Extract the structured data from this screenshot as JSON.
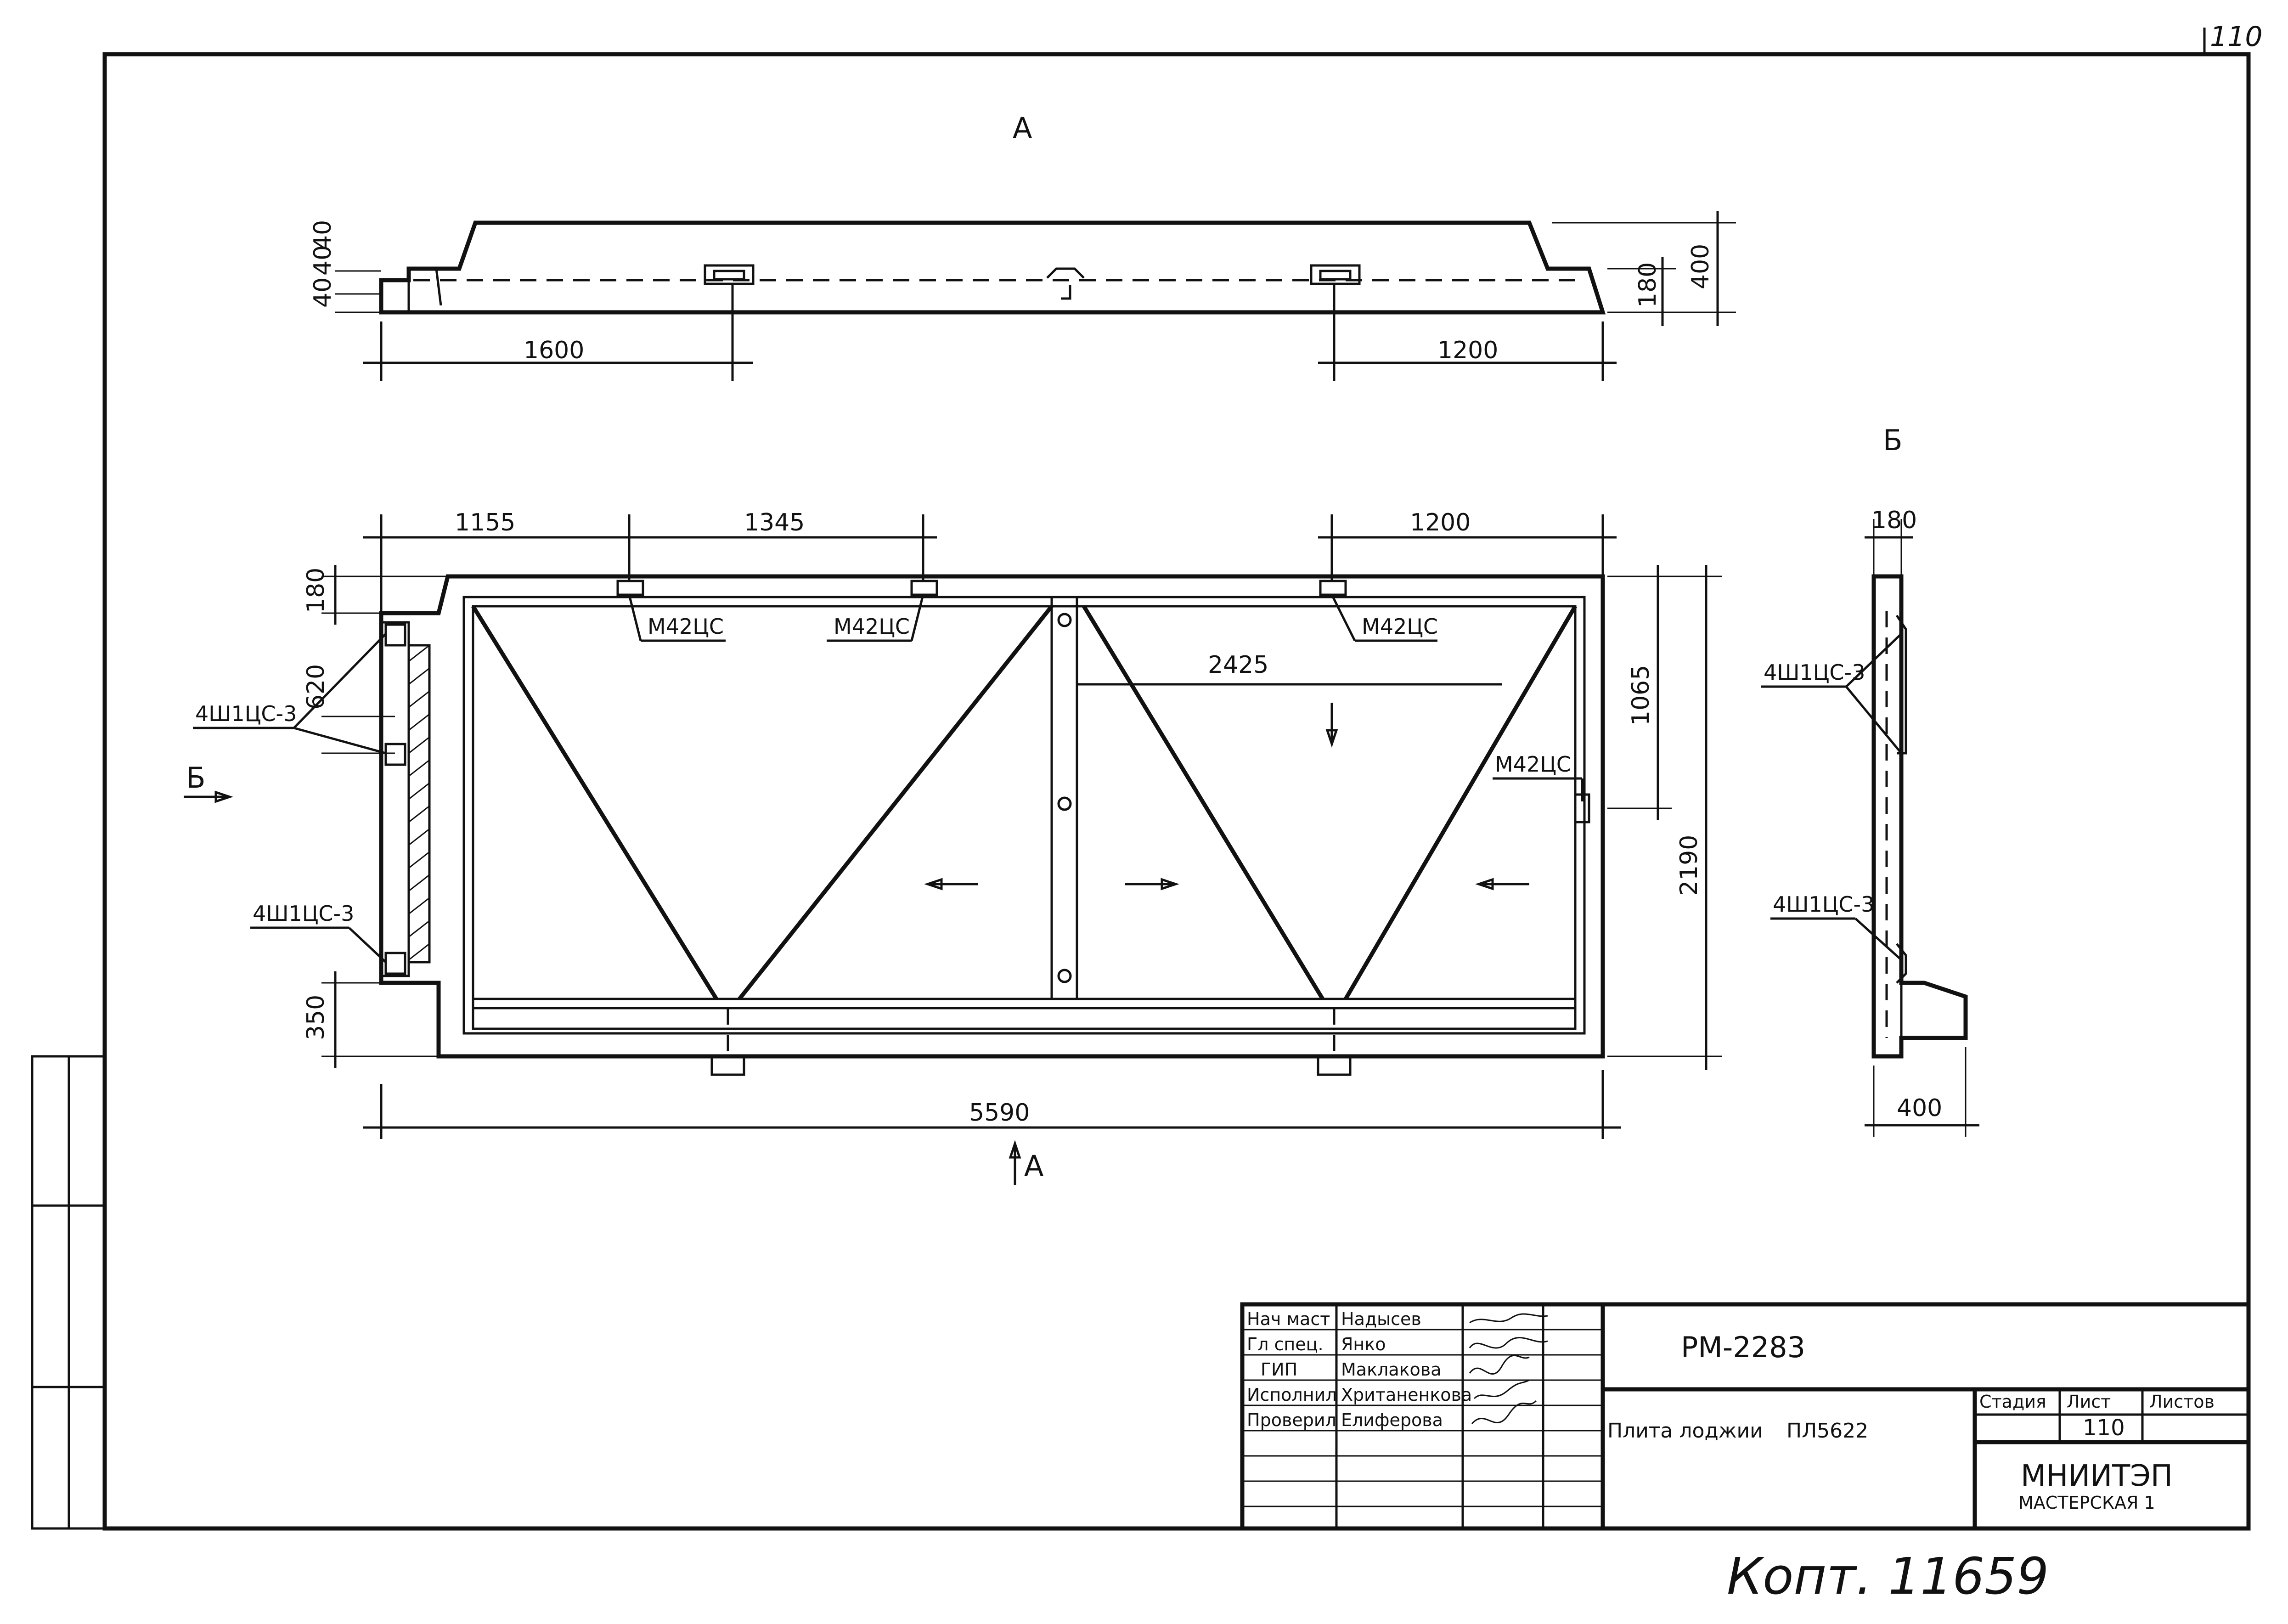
{
  "sheet_corner_mark": "110",
  "view_a": {
    "label": "А",
    "dims": {
      "top_left_a": "40",
      "top_left_b": "40",
      "left_lower": "40",
      "bottom_left": "1600",
      "bottom_right": "1200",
      "right_inner": "180",
      "right_outer": "400"
    }
  },
  "view_b": {
    "label": "Б",
    "dims": {
      "top": "180",
      "bottom": "400"
    },
    "callouts": {
      "upper": "4Ш1ЦС-3",
      "lower": "4Ш1ЦС-3"
    }
  },
  "plan": {
    "dims": {
      "top_1": "1155",
      "top_2": "1345",
      "top_3": "1200",
      "left_top": "180",
      "left_mid": "620",
      "left_bottom": "350",
      "inner_span": "2425",
      "right_inner": "1065",
      "right_outer": "2190",
      "bottom": "5590"
    },
    "callouts": {
      "m1": "М42ЦС",
      "m2": "М42ЦС",
      "m3": "М42ЦС",
      "m4": "М42ЦС",
      "left_upper": "4Ш1ЦС-3",
      "left_lower": "4Ш1ЦС-3"
    },
    "section_b_label": "Б",
    "section_a_label": "А"
  },
  "title_block": {
    "rows": [
      {
        "role": "Нач маст",
        "name": "Надысев"
      },
      {
        "role": "Гл спец.",
        "name": "Янко"
      },
      {
        "role": "ГИП",
        "name": "Маклакова"
      },
      {
        "role": "Исполнил",
        "name": "Хританенкова"
      },
      {
        "role": "Проверил",
        "name": "Елиферова"
      }
    ],
    "code": "РМ-2283",
    "title": "Плита лоджии",
    "mark": "ПЛ5622",
    "stage_header": "Стадия",
    "sheet_header": "Лист",
    "sheets_header": "Листов",
    "sheet_value": "110",
    "org_name": "МНИИТЭП",
    "org_sub": "МАСТЕРСКАЯ 1"
  },
  "footer_handwritten": "Копт. 11659"
}
